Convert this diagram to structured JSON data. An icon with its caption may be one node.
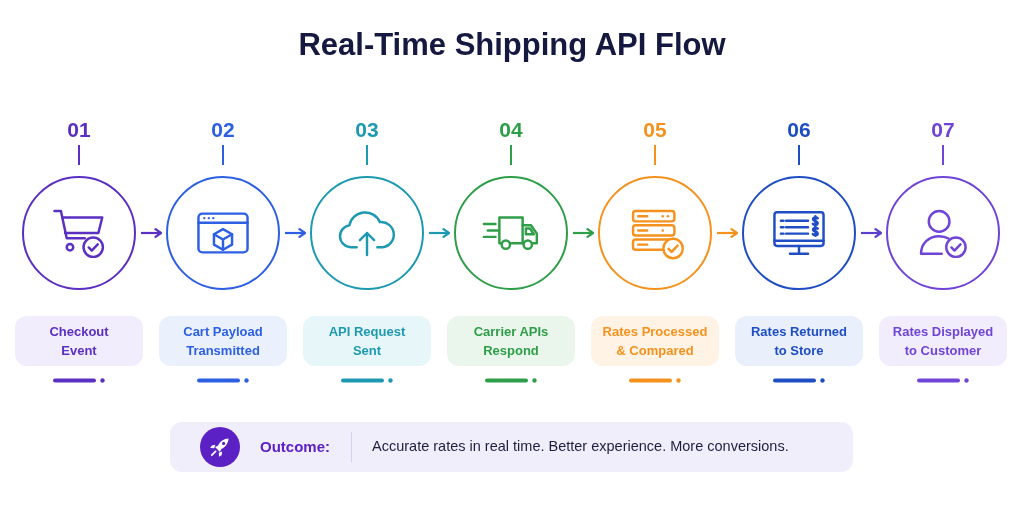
{
  "diagram": {
    "title": "Real-Time Shipping API Flow",
    "nodes": [
      {
        "text": [],
        "shape": "circle",
        "beside": [
          "01"
        ]
      },
      {
        "text": [],
        "shape": "circle",
        "beside": [
          "02"
        ]
      },
      {
        "text": [],
        "shape": "circle",
        "beside": [
          "03"
        ]
      },
      {
        "text": [],
        "shape": "circle",
        "beside": [
          "04"
        ]
      },
      {
        "text": [],
        "shape": "circle",
        "beside": [
          "05"
        ]
      },
      {
        "text": [],
        "shape": "circle",
        "beside": [
          "06"
        ]
      },
      {
        "text": [],
        "shape": "circle",
        "beside": [
          "07"
        ]
      },
      {
        "text": [
          "Checkout Event"
        ]
      },
      {
        "text": [
          "Cart Payload Transmitted"
        ]
      },
      {
        "text": [
          "API Request Sent"
        ]
      },
      {
        "text": [
          "Carrier APIs Respond"
        ]
      },
      {
        "text": [
          "Rates Processed & Compared"
        ]
      },
      {
        "text": [
          "Rates Returned to Store"
        ]
      },
      {
        "text": [
          "Rates Displayed to Customer"
        ]
      },
      {
        "text": [
          "Outcome:",
          "Accurate rates in real time. Better experience. More conversions."
        ]
      }
    ],
    "edges": [
      {
        "from": 0,
        "to": 1,
        "arrow": "to",
        "color": "#5a2fc2"
      },
      {
        "from": 1,
        "to": 2,
        "arrow": "to",
        "color": "#2d5fe3"
      },
      {
        "from": 2,
        "to": 3,
        "arrow": "to",
        "color": "#1d9ab1"
      },
      {
        "from": 3,
        "to": 4,
        "arrow": "to",
        "color": "#2f9e48"
      },
      {
        "from": 4,
        "to": 5,
        "arrow": "to",
        "color": "#f5921e"
      },
      {
        "from": 5,
        "to": 6,
        "arrow": "to",
        "color": "#5a3fd0"
      }
    ]
  }
}
